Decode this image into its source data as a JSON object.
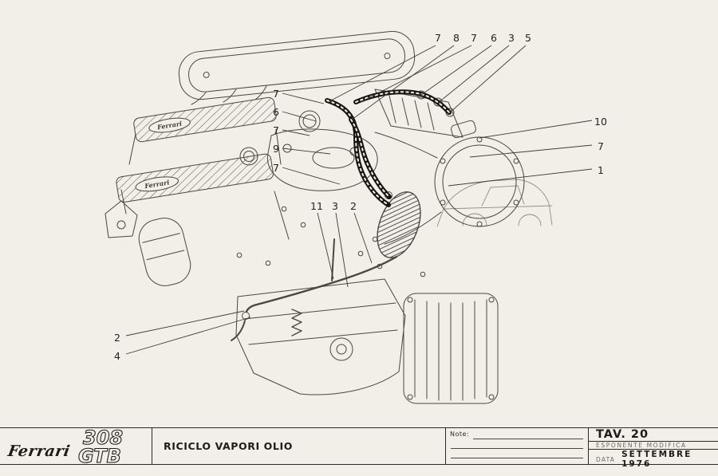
{
  "diagram": {
    "cover_text": "Ferrari",
    "callouts": [
      {
        "id": "callout-top-1",
        "label": "7"
      },
      {
        "id": "callout-top-2",
        "label": "8"
      },
      {
        "id": "callout-top-3",
        "label": "7"
      },
      {
        "id": "callout-top-4",
        "label": "6"
      },
      {
        "id": "callout-top-5",
        "label": "3"
      },
      {
        "id": "callout-top-6",
        "label": "5"
      },
      {
        "id": "callout-left-1",
        "label": "7"
      },
      {
        "id": "callout-left-2",
        "label": "6"
      },
      {
        "id": "callout-left-3",
        "label": "7"
      },
      {
        "id": "callout-left-4",
        "label": "9"
      },
      {
        "id": "callout-left-5",
        "label": "7"
      },
      {
        "id": "callout-right-1",
        "label": "10"
      },
      {
        "id": "callout-right-2",
        "label": "7"
      },
      {
        "id": "callout-right-3",
        "label": "1"
      },
      {
        "id": "callout-mid-1",
        "label": "11"
      },
      {
        "id": "callout-mid-2",
        "label": "3"
      },
      {
        "id": "callout-mid-3",
        "label": "2"
      },
      {
        "id": "callout-bottom-1",
        "label": "2"
      },
      {
        "id": "callout-bottom-2",
        "label": "4"
      }
    ]
  },
  "title_block": {
    "brand": "Ferrari",
    "model_top": "308",
    "model_bottom": "GTB",
    "drawing_title": "RICICLO VAPORI OLIO",
    "note_label": "Note:",
    "tav_label": "TAV. 20",
    "esponente_label": "ESPONENTE MODIFICA",
    "data_label": "DATA",
    "data_value": "SETTEMBRE 1976"
  }
}
